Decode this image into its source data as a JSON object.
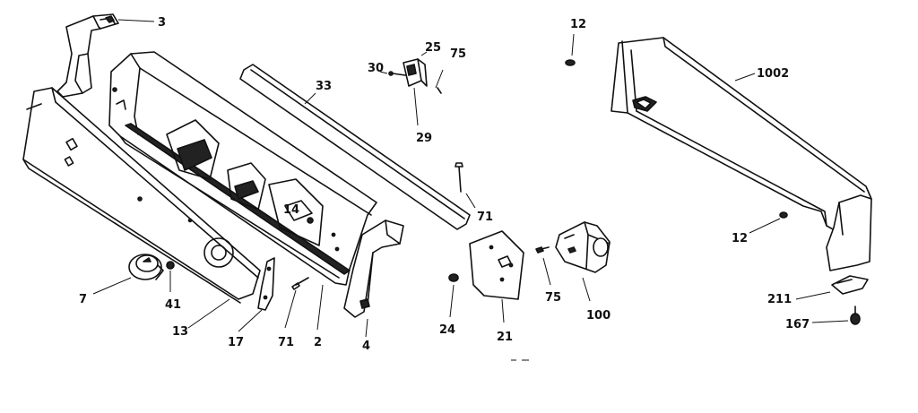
{
  "diagram": {
    "callouts": {
      "c3": "3",
      "c25": "25",
      "c75a": "75",
      "c30": "30",
      "c29": "29",
      "c33": "33",
      "c12a": "12",
      "c1002": "1002",
      "c71a": "71",
      "c12b": "12",
      "c7": "7",
      "c41": "41",
      "c13": "13",
      "c17": "17",
      "c71b": "71",
      "c2": "2",
      "c4": "4",
      "c24": "24",
      "c21": "21",
      "c75b": "75",
      "c100": "100",
      "c211": "211",
      "c167": "167",
      "c14": "14"
    }
  }
}
